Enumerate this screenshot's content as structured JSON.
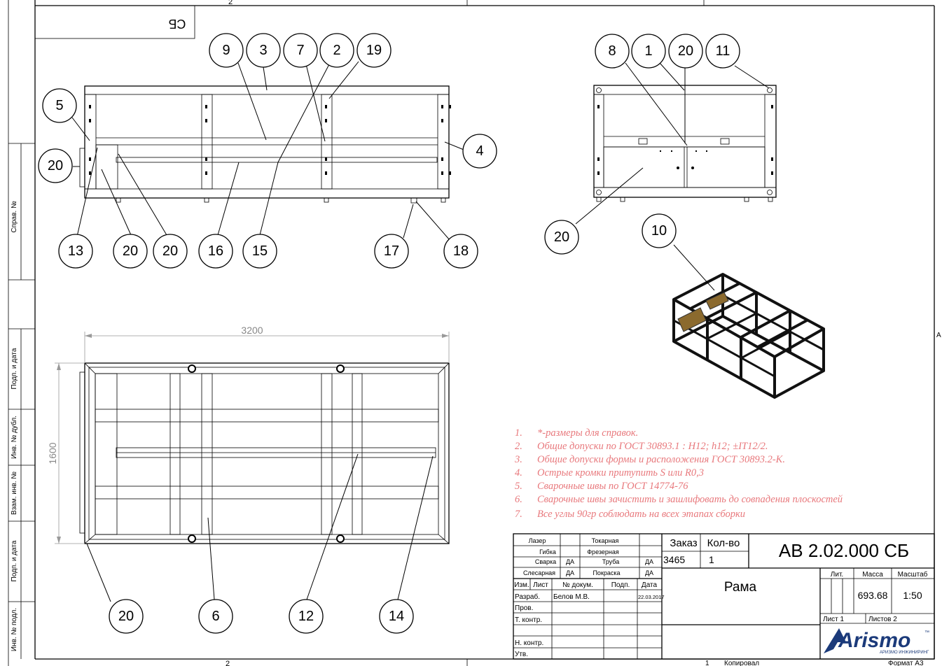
{
  "sheet": {
    "top_zone": "2",
    "bottom_zone": "2",
    "right_zone": "A",
    "mirror_code": "СБ"
  },
  "left_strip": [
    "Справ. №",
    "Подп. и дата",
    "Инв. № дубл.",
    "Взам. инв. №",
    "Подп. и дата",
    "Инв. № подл."
  ],
  "bubbles": {
    "b9": "9",
    "b3": "3",
    "b7": "7",
    "b2": "2",
    "b19": "19",
    "b5": "5",
    "b20a": "20",
    "b4": "4",
    "b13": "13",
    "b20b": "20",
    "b20c": "20",
    "b16": "16",
    "b15": "15",
    "b17": "17",
    "b18": "18",
    "b8": "8",
    "b1": "1",
    "b20d": "20",
    "b11": "11",
    "b20e": "20",
    "b10": "10",
    "b20f": "20",
    "b6": "6",
    "b12": "12",
    "b14": "14"
  },
  "dimensions": {
    "length": "3200",
    "width": "1600"
  },
  "notes": [
    {
      "n": "1.",
      "text": "*-размеры для справок."
    },
    {
      "n": "2.",
      "text": "Общие допуски по ГОСТ 30893.1 : H12; h12; ±IT12/2."
    },
    {
      "n": "3.",
      "text": "Общие допуски формы и расположения ГОСТ 30893.2-К."
    },
    {
      "n": "4.",
      "text": "Острые кромки притупить S или R0,3"
    },
    {
      "n": "5.",
      "text": "Сварочные швы по ГОСТ 14774-76"
    },
    {
      "n": "6.",
      "text": "Сварочные швы зачистить и зашлифовать до совпадения плоскостей"
    },
    {
      "n": "7.",
      "text": "Все углы 90гр соблюдать на всех этапах сборки"
    }
  ],
  "titleblock": {
    "ops": {
      "laser": "Лазер",
      "bending": "Гибка",
      "welding": "Сварка",
      "welding_val": "ДА",
      "fitting": "Слесарная",
      "fitting_val": "ДА",
      "turning": "Токарная",
      "milling": "Фрезерная",
      "pipe": "Труба",
      "pipe_val": "ДА",
      "painting": "Покраска",
      "painting_val": "ДА"
    },
    "order_label": "Заказ",
    "qty_label": "Кол-во",
    "order": "3465",
    "qty": "1",
    "designation": "АВ 2.02.000 СБ",
    "name": "Рама",
    "hdr_izm": "Изм.",
    "hdr_list": "Лист",
    "hdr_doc": "№ докум.",
    "hdr_sign": "Подп.",
    "hdr_date": "Дата",
    "razrab_label": "Разраб.",
    "razrab": "Белов М.В.",
    "razrab_date": "22.03.2017",
    "prov_label": "Пров.",
    "tkontr_label": "Т. контр.",
    "nkontr_label": "Н. контр.",
    "utv_label": "Утв.",
    "lit_label": "Лит.",
    "mass_label": "Масса",
    "scale_label": "Масштаб",
    "mass": "693.68",
    "scale": "1:50",
    "sheet_label": "Лист 1",
    "sheets_label": "Листов 2",
    "logo": "Arismo",
    "logo_tm": "™",
    "logo_sub": "АРИЗМО ИНЖИНИРИНГ",
    "copied": "Копировал",
    "format": "Формат А3",
    "bottom_num": "1"
  }
}
